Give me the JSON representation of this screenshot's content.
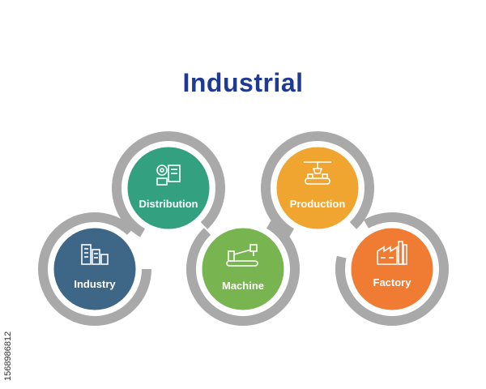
{
  "title": "Industrial",
  "side_text": "1568986812",
  "nodes": [
    {
      "label": "Industry",
      "color": "#3e6687",
      "icon": "city-buildings-icon"
    },
    {
      "label": "Distribution",
      "color": "#33a07f",
      "icon": "gears-machine-icon"
    },
    {
      "label": "Machine",
      "color": "#78b450",
      "icon": "robotic-arm-conveyor-icon"
    },
    {
      "label": "Production",
      "color": "#f0a531",
      "icon": "assembly-line-icon"
    },
    {
      "label": "Factory",
      "color": "#f07c34",
      "icon": "factory-icon"
    }
  ],
  "ring_color": "#a9a9a9"
}
